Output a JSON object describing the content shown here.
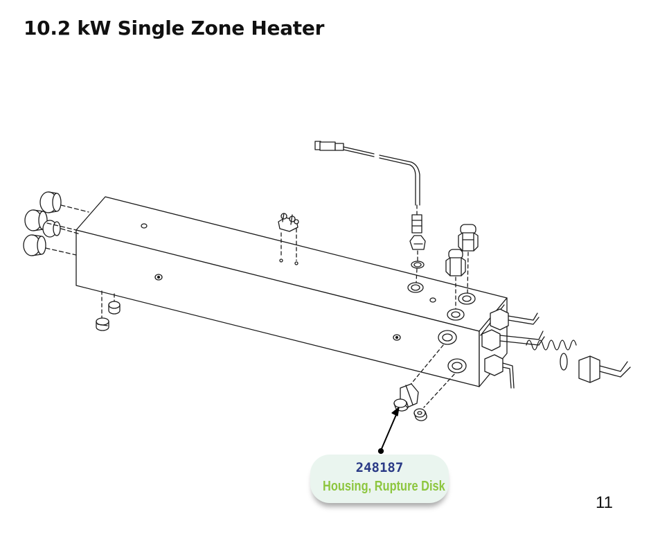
{
  "page": {
    "title": "10.2 kW Single Zone Heater",
    "page_number": "11"
  },
  "callout": {
    "part_number": "248187",
    "description": "Housing, Rupture Disk",
    "colors": {
      "part_number": "#2a3a86",
      "description": "#8dc63f",
      "background": "#eaf5ef"
    }
  }
}
